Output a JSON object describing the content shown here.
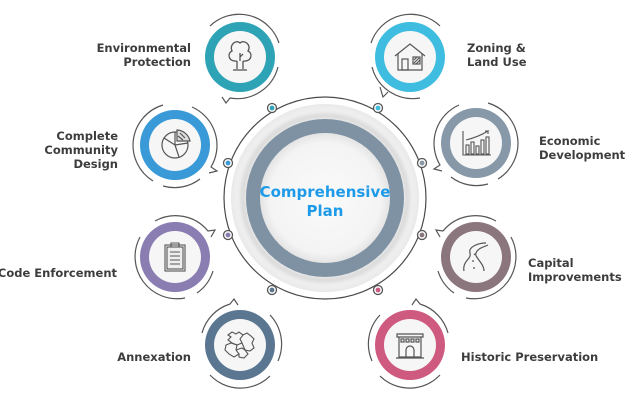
{
  "center": {
    "title_line1": "Comprehensive",
    "title_line2": "Plan",
    "title_color": "#1e9be8",
    "ring_color": "#7f92a3"
  },
  "nodes": [
    {
      "id": "environmental-protection",
      "line1": "Environmental",
      "line2": "Protection",
      "icon": "tree-icon",
      "ring_color": "#2fa3b6",
      "dot_color": "#2fa3b6"
    },
    {
      "id": "zoning-land-use",
      "line1": "Zoning &",
      "line2": "Land Use",
      "icon": "house-icon",
      "ring_color": "#3fbde0",
      "dot_color": "#3fbde0"
    },
    {
      "id": "complete-community-design",
      "line1": "Complete",
      "line2": "Community",
      "line3": "Design",
      "icon": "pie-chart-icon",
      "ring_color": "#3a9ad8",
      "dot_color": "#3a9ad8"
    },
    {
      "id": "economic-development",
      "line1": "Economic",
      "line2": "Development",
      "icon": "bar-chart-icon",
      "ring_color": "#8798a8",
      "dot_color": "#8798a8"
    },
    {
      "id": "code-enforcement",
      "line1": "Code Enforcement",
      "icon": "clipboard-icon",
      "ring_color": "#8a7db2",
      "dot_color": "#8a7db2"
    },
    {
      "id": "capital-improvements",
      "line1": "Capital",
      "line2": "Improvements",
      "icon": "road-icon",
      "ring_color": "#8c767d",
      "dot_color": "#8c767d"
    },
    {
      "id": "annexation",
      "line1": "Annexation",
      "icon": "map-parcels-icon",
      "ring_color": "#5a7690",
      "dot_color": "#5a7690"
    },
    {
      "id": "historic-preservation",
      "line1": "Historic Preservation",
      "icon": "historic-building-icon",
      "ring_color": "#cf5a7f",
      "dot_color": "#cf5a7f"
    }
  ]
}
